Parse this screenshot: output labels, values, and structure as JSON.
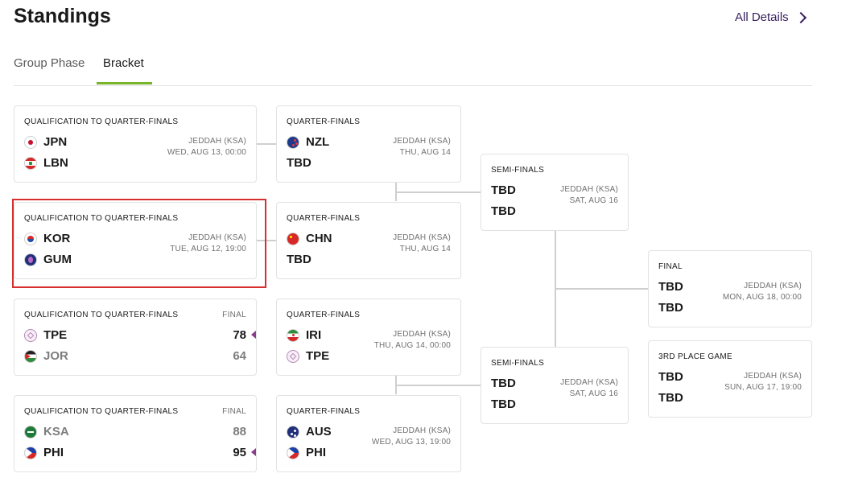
{
  "header": {
    "title": "Standings",
    "all_details": "All Details"
  },
  "tabs": [
    {
      "label": "Group Phase"
    },
    {
      "label": "Bracket"
    }
  ],
  "cards": [
    {
      "stage": "QUALIFICATION TO QUARTER-FINALS",
      "team1": "JPN",
      "team2": "LBN",
      "venue": "JEDDAH (KSA)",
      "date": "WED, AUG 13, 00:00"
    },
    {
      "stage": "QUALIFICATION TO QUARTER-FINALS",
      "team1": "KOR",
      "team2": "GUM",
      "venue": "JEDDAH (KSA)",
      "date": "TUE, AUG 12, 19:00"
    },
    {
      "stage": "QUALIFICATION TO QUARTER-FINALS",
      "status": "FINAL",
      "team1": "TPE",
      "score1": "78",
      "team2": "JOR",
      "score2": "64"
    },
    {
      "stage": "QUALIFICATION TO QUARTER-FINALS",
      "status": "FINAL",
      "team1": "KSA",
      "score1": "88",
      "team2": "PHI",
      "score2": "95"
    },
    {
      "stage": "QUARTER-FINALS",
      "team1": "NZL",
      "team2": "TBD",
      "venue": "JEDDAH (KSA)",
      "date": "THU, AUG 14"
    },
    {
      "stage": "QUARTER-FINALS",
      "team1": "CHN",
      "team2": "TBD",
      "venue": "JEDDAH (KSA)",
      "date": "THU, AUG 14"
    },
    {
      "stage": "QUARTER-FINALS",
      "team1": "IRI",
      "team2": "TPE",
      "venue": "JEDDAH (KSA)",
      "date": "THU, AUG 14, 00:00"
    },
    {
      "stage": "QUARTER-FINALS",
      "team1": "AUS",
      "team2": "PHI",
      "venue": "JEDDAH (KSA)",
      "date": "WED, AUG 13, 19:00"
    },
    {
      "stage": "SEMI-FINALS",
      "team1": "TBD",
      "team2": "TBD",
      "venue": "JEDDAH (KSA)",
      "date": "SAT, AUG 16"
    },
    {
      "stage": "SEMI-FINALS",
      "team1": "TBD",
      "team2": "TBD",
      "venue": "JEDDAH (KSA)",
      "date": "SAT, AUG 16"
    },
    {
      "stage": "FINAL",
      "team1": "TBD",
      "team2": "TBD",
      "venue": "JEDDAH (KSA)",
      "date": "MON, AUG 18, 00:00"
    },
    {
      "stage": "3RD PLACE GAME",
      "team1": "TBD",
      "team2": "TBD",
      "venue": "JEDDAH (KSA)",
      "date": "SUN, AUG 17, 19:00"
    }
  ],
  "colors": {
    "accent_tab": "#78b42a",
    "link": "#3a2160",
    "winner_marker": "#8a3d8a",
    "highlight": "#d62f2f"
  }
}
